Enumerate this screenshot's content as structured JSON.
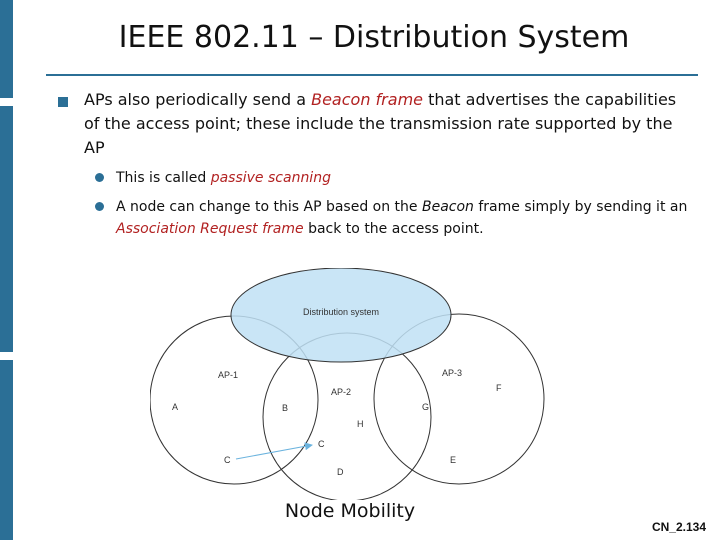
{
  "slide": {
    "title": "IEEE 802.11 – Distribution System",
    "bullets": {
      "main": {
        "part1": "APs also periodically send a ",
        "highlight": "Beacon frame",
        "part2": " that advertises the capabilities of the access point; these include the transmission rate supported by the AP"
      },
      "sub1": {
        "part1": "This is called ",
        "highlight": "passive scanning"
      },
      "sub2": {
        "part1": "A node can change to this AP based on the ",
        "italic": "Beacon",
        "part2": " frame simply by sending it an ",
        "highlight": "Association Request frame",
        "part3": " back to the access point."
      }
    },
    "diagram": {
      "distribution_label": "Distribution system",
      "ap_labels": [
        "AP-1",
        "AP-2",
        "AP-3"
      ],
      "node_labels": [
        "A",
        "B",
        "C",
        "C",
        "D",
        "E",
        "F",
        "G",
        "H"
      ]
    },
    "caption": "Node Mobility",
    "slide_number": "CN_2.134",
    "colors": {
      "accent": "#2b6f96",
      "highlight": "#b22222",
      "ellipse_fill": "#bfe0f5"
    }
  }
}
